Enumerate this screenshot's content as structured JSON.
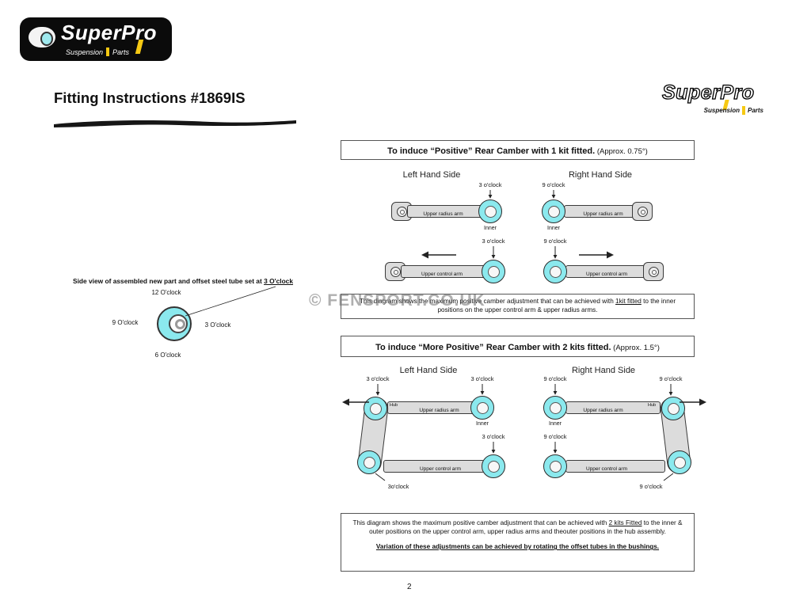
{
  "page": {
    "title": "Fitting Instructions #1869IS",
    "page_number": "2",
    "watermark": "© FENSPORT.CO.UK"
  },
  "brand": {
    "name": "SuperPro",
    "suspension": "Suspension",
    "parts": "Parts"
  },
  "colors": {
    "bushing_cyan": "#8BE9EE",
    "arm_gray": "#DCDCDC",
    "brand_yellow": "#F6C913",
    "logo_black": "#0B0B0B"
  },
  "side_view": {
    "caption_text": "Side view of assembled new part and offset steel tube set at ",
    "caption_underlined": "3 O'clock",
    "clock_12": "12 O'clock",
    "clock_9": "9 O'clock",
    "clock_3": "3 O'clock",
    "clock_6": "6 O'clock"
  },
  "section1": {
    "header_bold": "To induce “Positive” Rear Camber with 1 kit fitted.",
    "header_note": " (Approx. 0.75°)",
    "left_label": "Left Hand Side",
    "right_label": "Right Hand Side",
    "radius_arm": "Upper radius arm",
    "control_arm": "Upper control arm",
    "clock_3": "3 o'clock",
    "clock_9": "9 o'clock",
    "inner": "Inner",
    "note_pre": "This diagram shows the maximum positive camber adjustment that can be achieved with ",
    "note_underline": "1kit fitted",
    "note_post": " to the inner positions on the upper control arm & upper radius arms."
  },
  "section2": {
    "header_bold": "To induce “More Positive” Rear Camber with 2 kits fitted.",
    "header_note": " (Approx. 1.5°)",
    "left_label": "Left Hand Side",
    "right_label": "Right Hand Side",
    "radius_arm": "Upper radius arm",
    "control_arm": "Upper control arm",
    "clock_3": "3 o'clock",
    "clock_9": "9 o'clock",
    "inner": "Inner",
    "hub": "Hub",
    "hub_top_left": "3 o'clock",
    "hub_bottom_left": "3o'clock",
    "hub_top_right": "9 o'clock",
    "hub_bottom_right": "9 o'clock",
    "note_pre": "This diagram shows the maximum positive camber adjustment that can be achieved with ",
    "note_underline": "2 kits Fitted",
    "note_post": " to the inner & outer positions on the upper control arm, upper radius arms and theouter positions in the hub assembly.",
    "note_bold": "Variation of these adjustments can be achieved by rotating the offset tubes in the bushings."
  }
}
